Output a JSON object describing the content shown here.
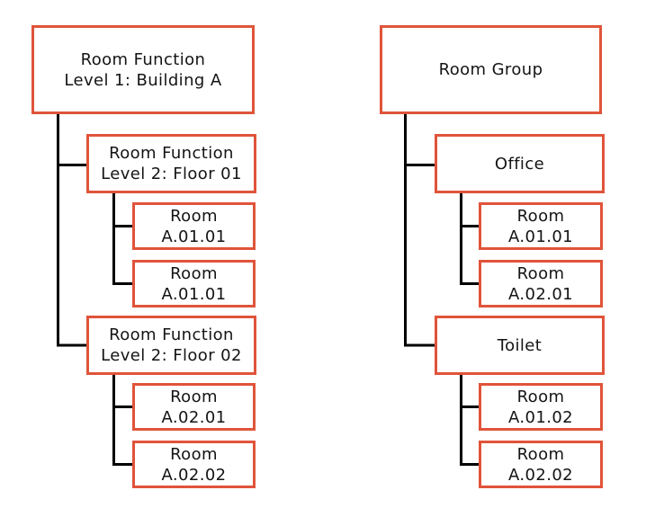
{
  "colors": {
    "box_border": "#e0543a",
    "connector_line": "#000000",
    "text": "#141414",
    "background": "#ffffff"
  },
  "left_tree": {
    "root": {
      "label": "Room Function\nLevel 1: Building A"
    },
    "children": [
      {
        "label": "Room Function\nLevel 2: Floor 01",
        "children": [
          {
            "label": "Room\nA.01.01"
          },
          {
            "label": "Room\nA.01.01"
          }
        ]
      },
      {
        "label": "Room Function\nLevel 2: Floor 02",
        "children": [
          {
            "label": "Room\nA.02.01"
          },
          {
            "label": "Room\nA.02.02"
          }
        ]
      }
    ]
  },
  "right_tree": {
    "root": {
      "label": "Room Group"
    },
    "children": [
      {
        "label": "Office",
        "children": [
          {
            "label": "Room\nA.01.01"
          },
          {
            "label": "Room\nA.02.01"
          }
        ]
      },
      {
        "label": "Toilet",
        "children": [
          {
            "label": "Room\nA.01.02"
          },
          {
            "label": "Room\nA.02.02"
          }
        ]
      }
    ]
  }
}
